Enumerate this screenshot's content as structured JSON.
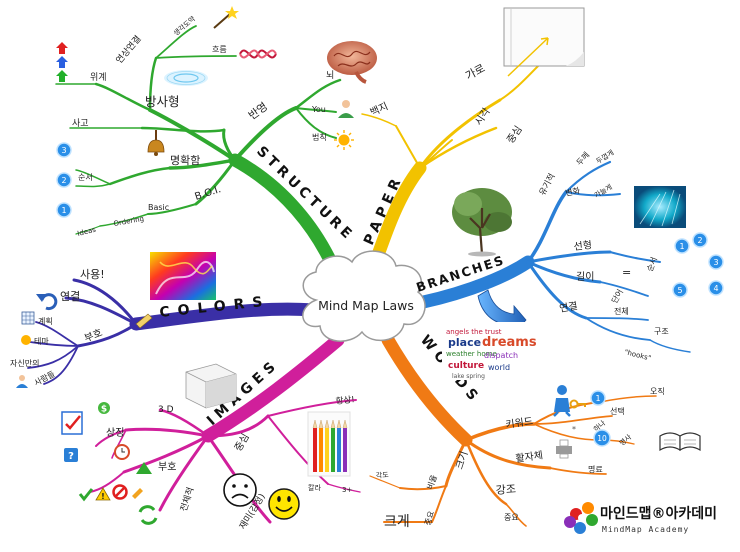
{
  "center": {
    "title": "Mind Map Laws"
  },
  "branches": {
    "structure": {
      "label": "STRUCTURE",
      "color": "#2fa82f",
      "radiant": "방사형",
      "radiant_children": {
        "association": "연상연결",
        "step_jump": "생각도약",
        "flow": "흐름",
        "hierarchy": "위계"
      },
      "reflection": "반영",
      "reflection_children": {
        "brain": "뇌",
        "you": "You",
        "law": "법칙"
      },
      "clarity": "명확함",
      "clarity_children": {
        "thinking": "사고",
        "order": "순서"
      },
      "boi": "B.O.I.",
      "boi_children": {
        "basic": "Basic",
        "ordering": "Ordering",
        "ideas": "Ideas"
      },
      "numbers": [
        "3",
        "2",
        "1"
      ]
    },
    "paper": {
      "label": "PAPER",
      "color": "#f2c200",
      "children": {
        "blank": "백지",
        "landscape": "가로",
        "visual": "시각",
        "center": "중심"
      }
    },
    "branches": {
      "label": "BRANCHES",
      "color": "#2a7fd6",
      "children": {
        "organic": "유기적",
        "thickness": "두께",
        "thick": "두껍게",
        "change": "변화",
        "thin": "가늘게",
        "linear": "선형",
        "sequence": "순서",
        "length": "길이",
        "equal": "=",
        "word": "단어",
        "connect": "연결",
        "whole": "전체",
        "structure": "구조",
        "hooks": "\"hooks\""
      },
      "numbers": [
        "1",
        "2",
        "3",
        "4",
        "5"
      ]
    },
    "words": {
      "label": "WORDS",
      "color": "#f07a14",
      "children": {
        "keyword": "키워드",
        "only": "오직",
        "select": "선택",
        "one": "하나",
        "noun": "명사",
        "print": "활자체",
        "clarity": "명료",
        "size": "크기",
        "ratio": "비율",
        "angle": "각도",
        "emphasis": "강조",
        "importance": "중요",
        "big": "크게"
      },
      "numbers": [
        "1",
        "10"
      ]
    },
    "images": {
      "label": "IMAGES",
      "color": "#d01f9b",
      "children": {
        "three_d": "3 D",
        "always": "항상!",
        "symbol": "상징",
        "code": "부호",
        "center": "중심",
        "color": "칼라",
        "three_plus": "3+",
        "whole": "전체적",
        "emotion": "재미(감정)"
      }
    },
    "colors": {
      "label": "COLORS",
      "color": "#3a2fa6",
      "children": {
        "use": "사용!",
        "connect": "연결",
        "code": "부호",
        "plan": "계획",
        "theme": "테마",
        "personal": "자신만의",
        "people": "사람들"
      }
    }
  },
  "brand": {
    "name": "마인드맵®아카데미",
    "sub": "MindMap Academy"
  }
}
